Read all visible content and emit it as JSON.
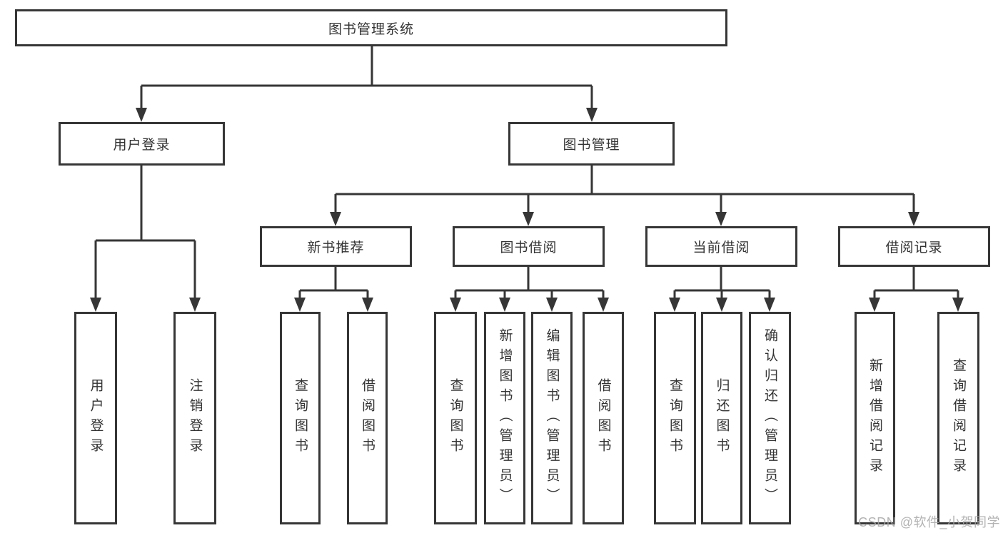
{
  "root": {
    "label": "图书管理系统"
  },
  "branches": {
    "user_login": {
      "label": "用户登录",
      "children": {
        "login": "用户登录",
        "logout": "注销登录"
      }
    },
    "book_management": {
      "label": "图书管理",
      "children": {
        "new_book_recommend": {
          "label": "新书推荐",
          "children": {
            "query_books": "查询图书",
            "borrow_books": "借阅图书"
          }
        },
        "book_borrow": {
          "label": "图书借阅",
          "children": {
            "query_books": "查询图书",
            "add_books_admin": "新增图书（管理员）",
            "edit_books_admin": "编辑图书（管理员）",
            "borrow_books": "借阅图书"
          }
        },
        "current_borrow": {
          "label": "当前借阅",
          "children": {
            "query_books": "查询图书",
            "return_books": "归还图书",
            "confirm_return_admin": "确认归还（管理员）"
          }
        },
        "borrow_records": {
          "label": "借阅记录",
          "children": {
            "add_record": "新增借阅记录",
            "query_record": "查询借阅记录"
          }
        }
      }
    }
  },
  "watermark": {
    "text": "CSDN @软件_小贺同学"
  },
  "colors": {
    "line": "#363636",
    "text": "#333333",
    "watermark": "#a6a6a6",
    "background": "#ffffff"
  }
}
